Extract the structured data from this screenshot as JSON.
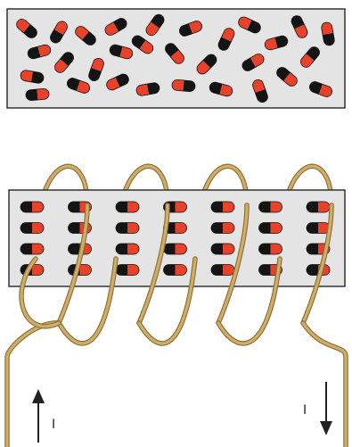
{
  "colors": {
    "background": "#ffffff",
    "block_fill": "#e4e4e4",
    "block_stroke": "#333333",
    "magnet_north": "#e8422a",
    "magnet_south": "#141414",
    "coil": "#cfae6a",
    "coil_edge": "#8c6f35",
    "arrow": "#222222"
  },
  "top_block": {
    "state": "random domains"
  },
  "bottom_block": {
    "state": "aligned domains",
    "rows": 4,
    "columns": 7
  },
  "coil": {
    "turns": 4
  },
  "current": {
    "left_label": "I",
    "left_direction": "up",
    "right_label": "I",
    "right_direction": "down"
  }
}
